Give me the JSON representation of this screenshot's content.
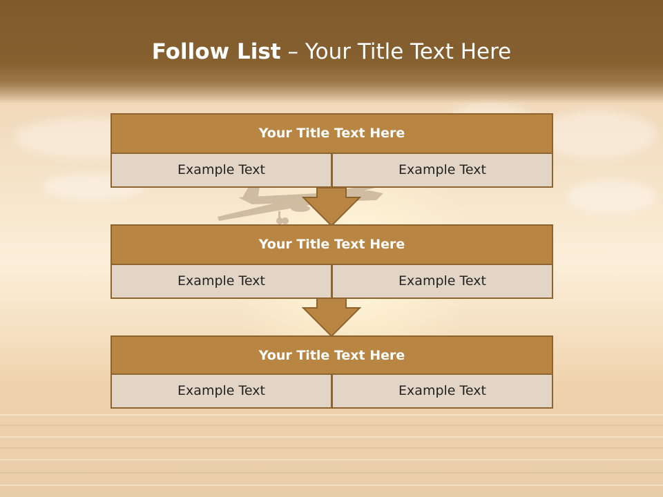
{
  "slide": {
    "title_strong": "Follow List",
    "title_dash": " – ",
    "title_rest": "Your Title Text Here"
  },
  "blocks": [
    {
      "title": "Your Title Text Here",
      "left": "Example Text",
      "right": "Example Text"
    },
    {
      "title": "Your Title Text Here",
      "left": "Example Text",
      "right": "Example Text"
    },
    {
      "title": "Your Title Text Here",
      "left": "Example Text",
      "right": "Example Text"
    }
  ],
  "colors": {
    "header_band": "#86602f",
    "block_title_fill": "#b88543",
    "block_border": "#8d6330",
    "cell_fill": "#e3d5c6",
    "arrow_fill": "#b88543"
  },
  "icons": {
    "background": "airplane-over-sunset-sea-image",
    "arrow": "down-arrow-icon"
  }
}
